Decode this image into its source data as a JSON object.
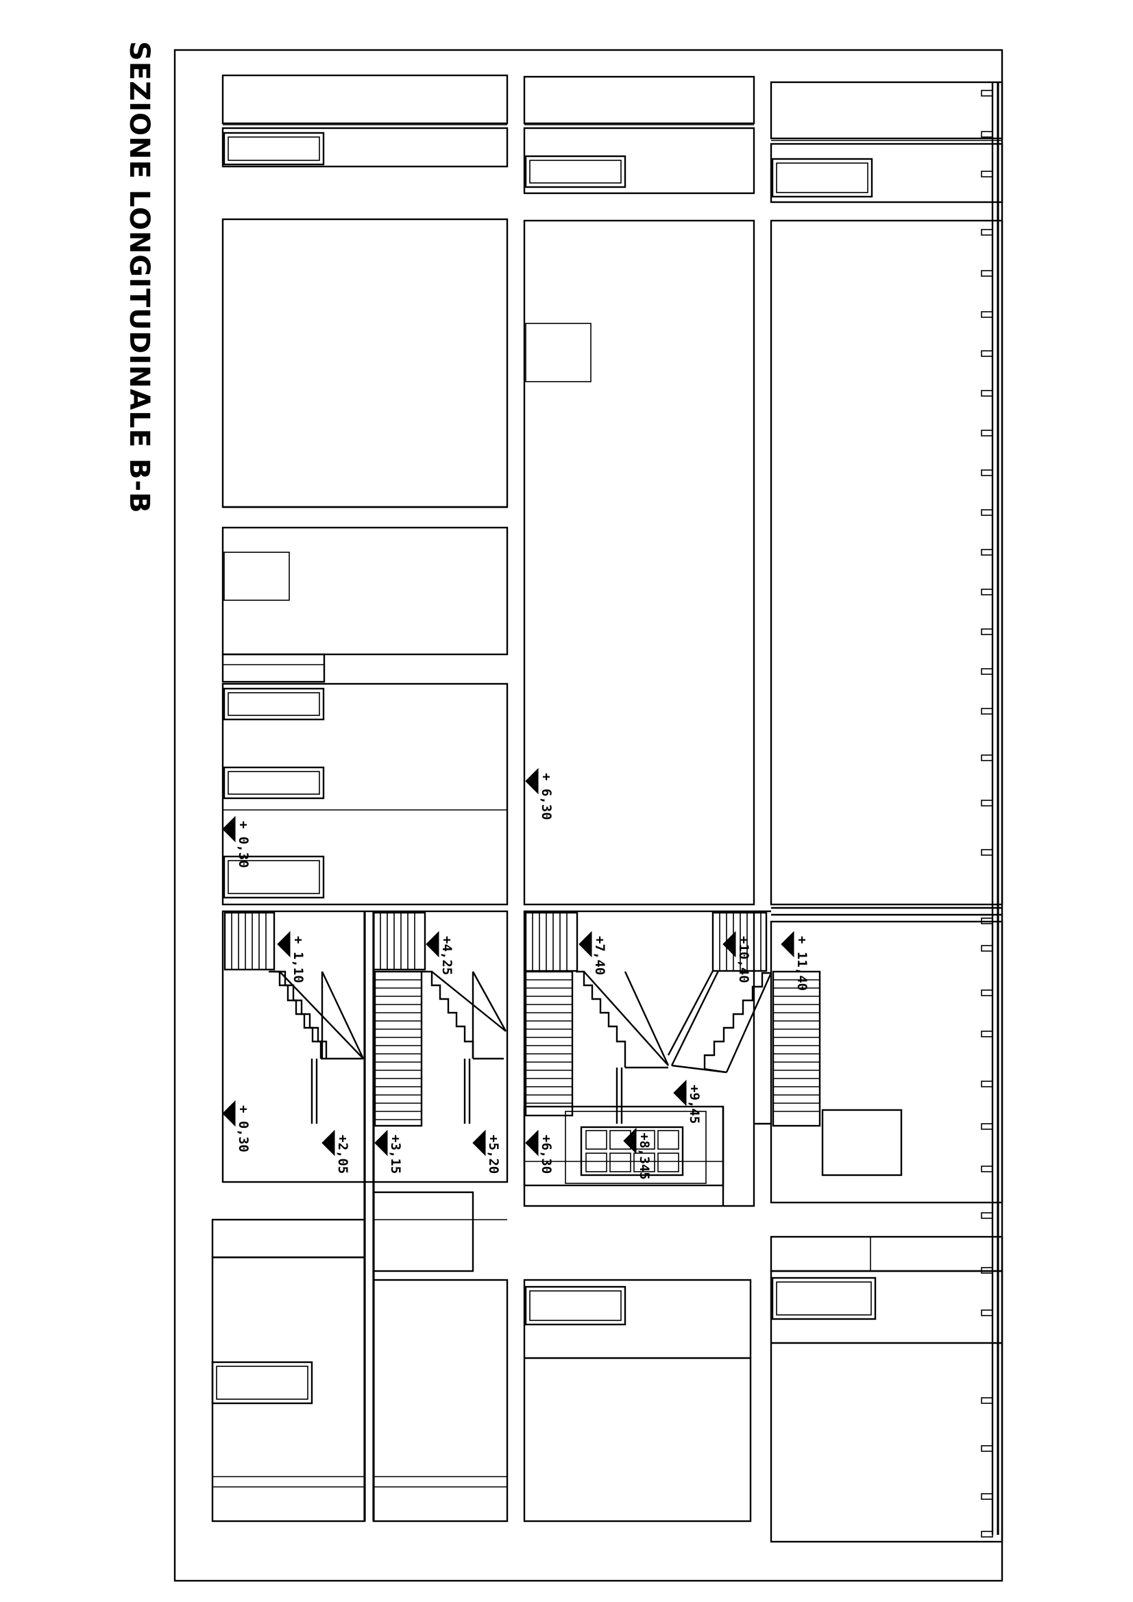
{
  "title": "SEZIONE LONGITUDINALE B-B",
  "level_markers": [
    {
      "id": "lvl-0-30-a",
      "label": "+ 0,30"
    },
    {
      "id": "lvl-0-30-b",
      "label": "+ 0,30"
    },
    {
      "id": "lvl-6-30-a",
      "label": "+ 6,30"
    },
    {
      "id": "lvl-1-10",
      "label": "+ 1,10"
    },
    {
      "id": "lvl-4-25",
      "label": "+4,25"
    },
    {
      "id": "lvl-7-40",
      "label": "+7,40"
    },
    {
      "id": "lvl-10-40",
      "label": "+10,40"
    },
    {
      "id": "lvl-11-40",
      "label": "+ 11,40"
    },
    {
      "id": "lvl-9-45",
      "label": "+9,45"
    },
    {
      "id": "lvl-2-05",
      "label": "+2,05"
    },
    {
      "id": "lvl-3-15",
      "label": "+3,15"
    },
    {
      "id": "lvl-5-20",
      "label": "+5,20"
    },
    {
      "id": "lvl-6-30-b",
      "label": "+6,30"
    },
    {
      "id": "lvl-8-345",
      "label": "+8,345"
    }
  ]
}
